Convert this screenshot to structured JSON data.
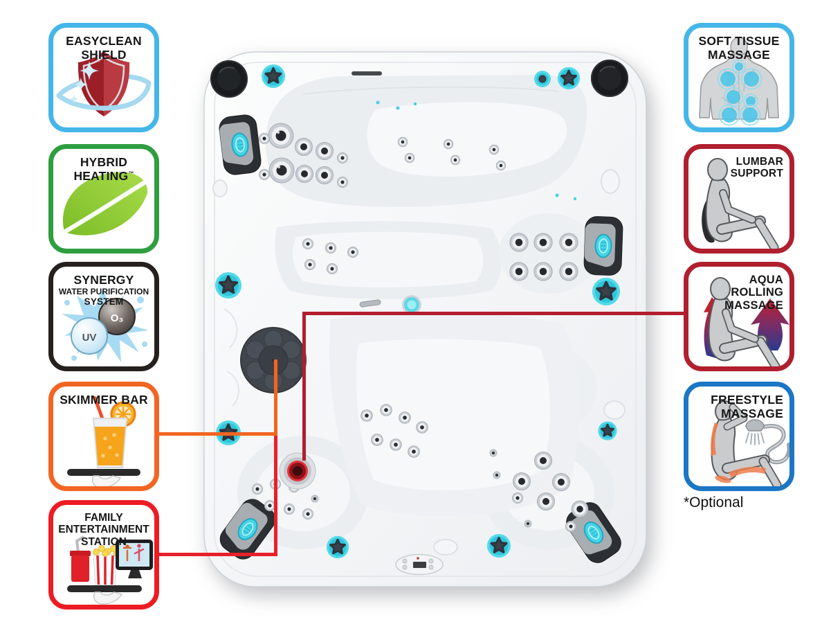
{
  "badges": {
    "left": [
      {
        "id": "easyclean-shield",
        "line1": "EASYCLEAN",
        "line2": "SHIELD",
        "border": "#45b6e8"
      },
      {
        "id": "hybrid-heating",
        "line1": "HYBRID",
        "line2": "HEATING",
        "trademark": "™",
        "border": "#2f9e41"
      },
      {
        "id": "synergy-water-purification",
        "line1": "SYNERGY",
        "line2": "WATER PURIFICATION",
        "line3": "SYSTEM",
        "border": "#26211f",
        "ozone_label": "O₃",
        "uv_label": "UV"
      },
      {
        "id": "skimmer-bar",
        "line1": "SKIMMER BAR",
        "border": "#f26522"
      },
      {
        "id": "family-entertainment-station",
        "line1": "FAMILY",
        "line2": "ENTERTAINMENT",
        "line3": "STATION",
        "border": "#ed1c24"
      }
    ],
    "right": [
      {
        "id": "soft-tissue-massage",
        "line1": "SOFT TISSUE",
        "line2": "MASSAGE",
        "border": "#45b6e8"
      },
      {
        "id": "lumbar-support",
        "line1": "LUMBAR",
        "line2": "SUPPORT",
        "border": "#b01f2e"
      },
      {
        "id": "aqua-rolling-massage",
        "line1": "AQUA",
        "line2": "ROLLING",
        "line3": "MASSAGE",
        "border": "#b01f2e"
      },
      {
        "id": "freestyle-massage",
        "line1": "FREESTYLE",
        "line2": "MASSAGE",
        "border": "#1b76c6"
      }
    ]
  },
  "note": "*Optional",
  "connectors": {
    "skimmer_bar": "#f26522",
    "family_entertainment": "#e8202a",
    "aqua_rolling": "#b21e2f"
  },
  "colors": {
    "jet_glow_teal": "#4fd8e8",
    "shell_white": "#f2f4f6"
  }
}
